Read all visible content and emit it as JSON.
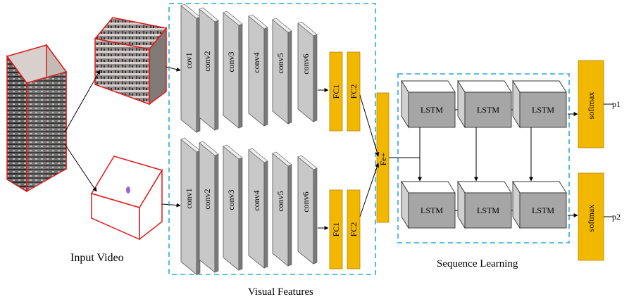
{
  "captions": {
    "input_video": "Input Video",
    "visual_features": "Visual Features",
    "sequence_learning": "Sequence Learning"
  },
  "cnn_top": {
    "conv": [
      "cov1",
      "conv2",
      "conv3",
      "conv4",
      "conv5",
      "conv6"
    ],
    "fc": [
      "FC1",
      "FC2"
    ]
  },
  "cnn_bottom": {
    "conv": [
      "conv1",
      "conv2",
      "conv3",
      "conv4",
      "conv5",
      "conv6"
    ],
    "fc": [
      "FC1",
      "FC2"
    ]
  },
  "fusion_label": "Fe+",
  "lstm_top": [
    "LSTM",
    "LSTM",
    "LSTM"
  ],
  "lstm_bottom": [
    "LSTM",
    "LSTM",
    "LSTM"
  ],
  "softmax": [
    "softmax",
    "softmax"
  ],
  "outputs": [
    "p1",
    "p2"
  ],
  "colors": {
    "conv_front": "#c8c8c8",
    "conv_side": "#7a7a7a",
    "conv_top": "#eeeeee",
    "fc_fill": "#f2b800",
    "lstm_front": "#a6a6a6",
    "lstm_top": "#ffffff",
    "lstm_side": "#d0d0d0",
    "dashed_box": "#29a9e0",
    "video_border": "#e01a1a"
  }
}
